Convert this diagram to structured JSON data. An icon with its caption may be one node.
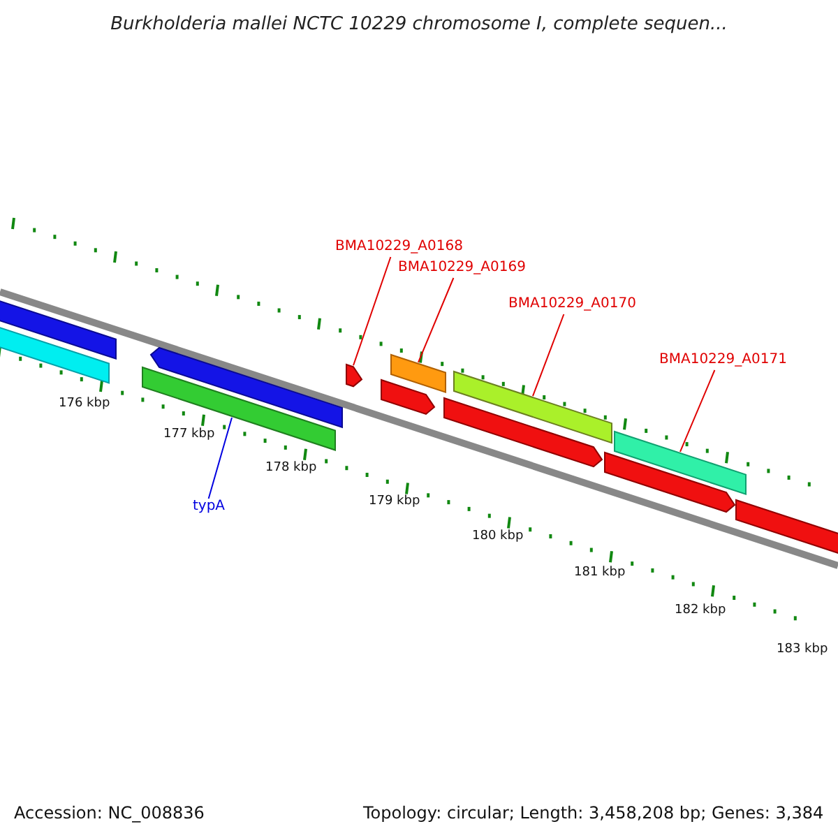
{
  "diagram": {
    "title": "Burkholderia mallei NCTC 10229 chromosome I, complete sequen...",
    "nodes": [
      {
        "text": [
          "BMA10229_A0168"
        ]
      },
      {
        "text": [
          "BMA10229_A0169"
        ]
      },
      {
        "text": [
          "BMA10229_A0170"
        ]
      },
      {
        "text": [
          "BMA10229_A0171"
        ]
      },
      {
        "text": [
          "typA"
        ]
      },
      {
        "text": [],
        "shape": "bar"
      },
      {
        "text": [],
        "shape": "bar"
      },
      {
        "text": [],
        "shape": "bar"
      },
      {
        "text": [],
        "shape": "bar"
      },
      {
        "text": [],
        "shape": "bar"
      },
      {
        "text": [],
        "shape": "bar"
      },
      {
        "text": [],
        "shape": "bar"
      },
      {
        "text": [],
        "shape": "bar"
      },
      {
        "text": [],
        "shape": "bar"
      },
      {
        "text": [],
        "shape": "bar"
      },
      {
        "text": [],
        "shape": "bar"
      },
      {
        "text": [],
        "shape": "bar"
      }
    ],
    "edges": [
      {
        "from": 0,
        "to": 9,
        "arrow": "none"
      },
      {
        "from": 1,
        "to": 11,
        "arrow": "none"
      },
      {
        "from": 2,
        "to": 13,
        "arrow": "none"
      },
      {
        "from": 3,
        "to": 15,
        "arrow": "none"
      },
      {
        "from": 4,
        "to": 7,
        "arrow": "none",
        "color": "#0000e0"
      }
    ],
    "labels": [
      "176 kbp",
      "177 kbp",
      "178 kbp",
      "179 kbp",
      "180 kbp",
      "181 kbp",
      "182 kbp",
      "183 kbp",
      "Accession: NC_008836",
      "Topology: circular; Length: 3,458,208 bp; Genes: 3,384"
    ]
  }
}
